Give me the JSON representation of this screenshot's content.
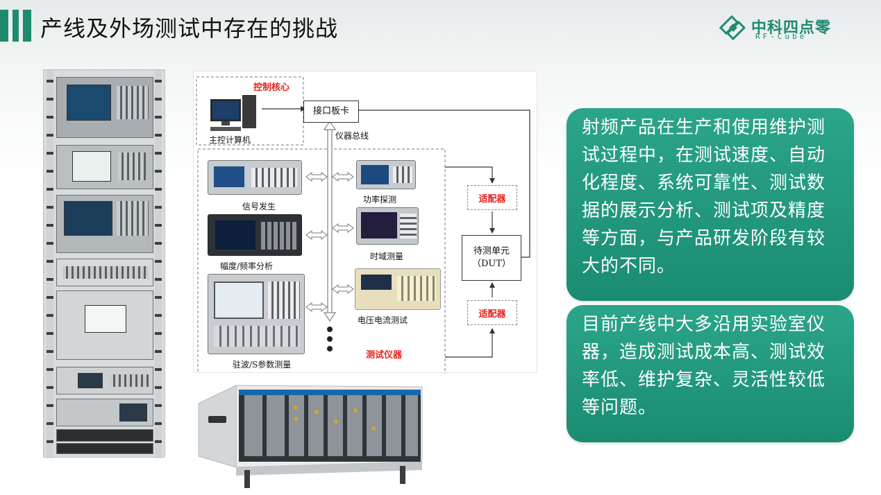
{
  "slide": {
    "title": "产线及外场测试中存在的挑战"
  },
  "logo": {
    "name": "中科四点零",
    "subtitle": "RF-Cube"
  },
  "diagram": {
    "control_core": "控制核心",
    "host_computer": "主控计算机",
    "interface_card": "接口板卡",
    "instrument_bus": "仪器总线",
    "signal_gen": "信号发生",
    "power_probe": "功率探测",
    "spectrum": "幅度/频率分析",
    "time_domain": "时域测量",
    "vna": "驻波/S参数测量",
    "volt_current": "电压电流测试",
    "test_instruments": "测试仪器",
    "adapter_top": "适配器",
    "adapter_bottom": "适配器",
    "dut_line1": "待测单元",
    "dut_line2": "（DUT）"
  },
  "callouts": {
    "first": "射频产品在生产和使用维护测试过程中，在测试速度、自动化程度、系统可靠性、测试数据的展示分析、测试项及精度等方面，与产品研发阶段有较大的不同。",
    "second": "目前产线中大多沿用实验室仪器，造成测试成本高、测试效率低、维护复杂、灵活性较低等问题。"
  },
  "colors": {
    "accent": "#1f8a70",
    "callout_bg": "#23a085",
    "red_label": "#e8231c"
  }
}
